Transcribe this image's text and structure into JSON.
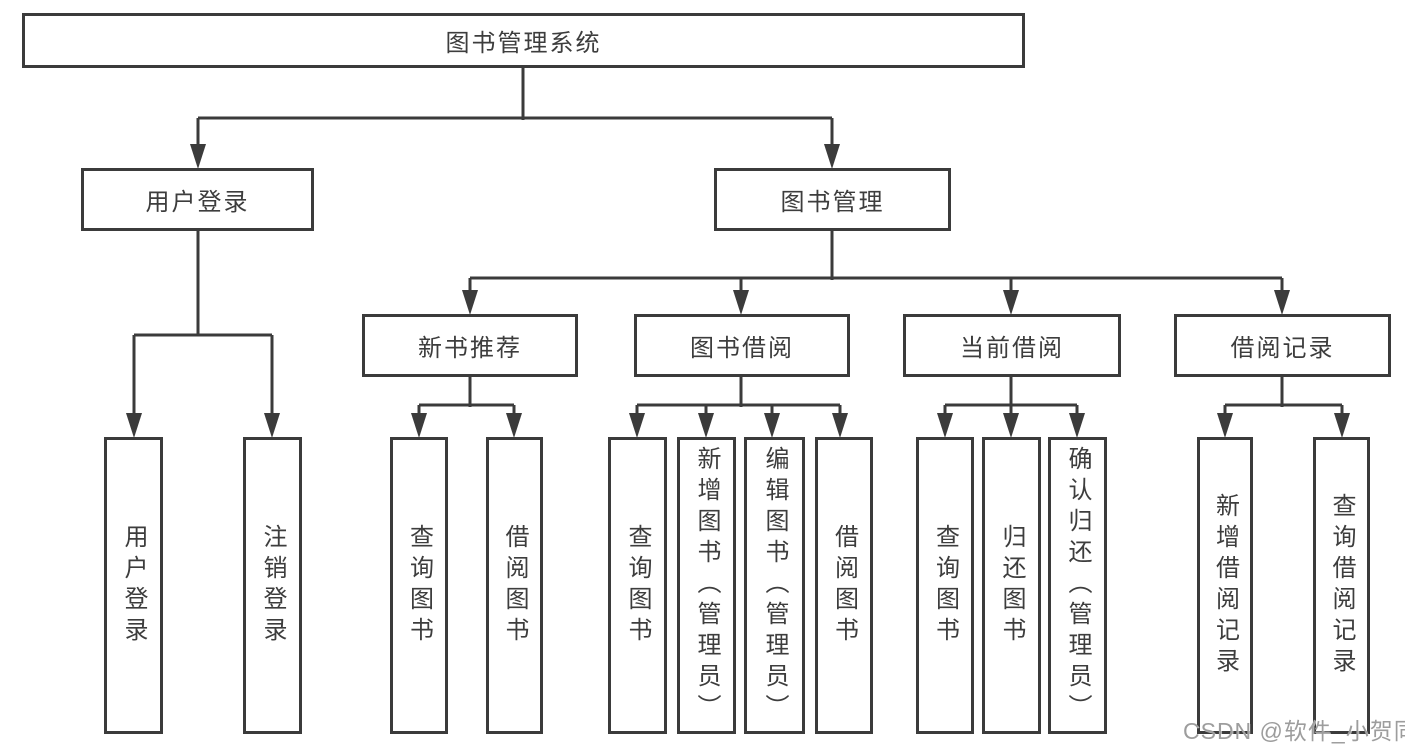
{
  "tree": {
    "root": {
      "label": "图书管理系统",
      "children": [
        {
          "label": "用户登录",
          "children": [
            {
              "label": "用户登录"
            },
            {
              "label": "注销登录"
            }
          ]
        },
        {
          "label": "图书管理",
          "children": [
            {
              "label": "新书推荐",
              "children": [
                {
                  "label": "查询图书"
                },
                {
                  "label": "借阅图书"
                }
              ]
            },
            {
              "label": "图书借阅",
              "children": [
                {
                  "label": "查询图书"
                },
                {
                  "label": "新增图书（管理员）"
                },
                {
                  "label": "编辑图书（管理员）"
                },
                {
                  "label": "借阅图书"
                }
              ]
            },
            {
              "label": "当前借阅",
              "children": [
                {
                  "label": "查询图书"
                },
                {
                  "label": "归还图书"
                },
                {
                  "label": "确认归还（管理员）"
                }
              ]
            },
            {
              "label": "借阅记录",
              "children": [
                {
                  "label": "新增借阅记录"
                },
                {
                  "label": "查询借阅记录"
                }
              ]
            }
          ]
        }
      ]
    }
  },
  "watermark": {
    "text": "CSDN @软件_小贺同学"
  },
  "colors": {
    "line": "#3b3b3b",
    "text": "#3d3d3d",
    "watermark": "#9d9d9d",
    "background": "#ffffff"
  }
}
